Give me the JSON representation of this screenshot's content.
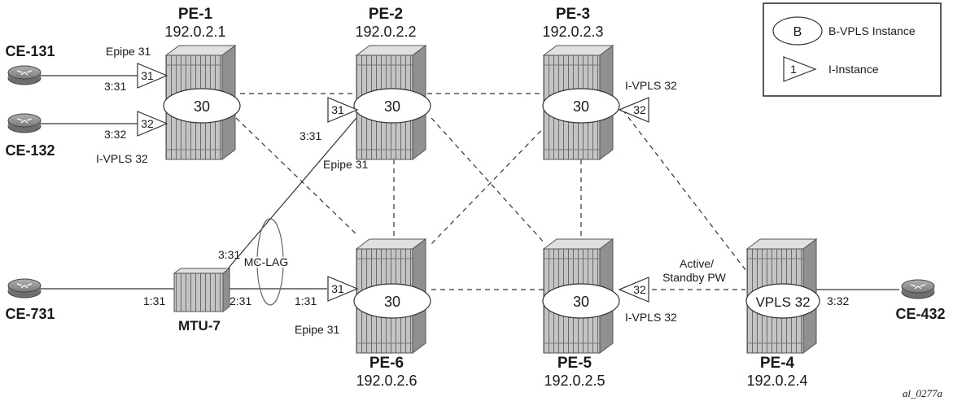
{
  "diagram": {
    "figure_id": "al_0277a",
    "legend": {
      "bvpls_symbol": "B",
      "bvpls_label": "B-VPLS Instance",
      "iinst_symbol": "1",
      "iinst_label": "I-Instance"
    },
    "nodes": {
      "pe1": {
        "name": "PE-1",
        "ip": "192.0.2.1",
        "bvpls": "30"
      },
      "pe2": {
        "name": "PE-2",
        "ip": "192.0.2.2",
        "bvpls": "30"
      },
      "pe3": {
        "name": "PE-3",
        "ip": "192.0.2.3",
        "bvpls": "30"
      },
      "pe4": {
        "name": "PE-4",
        "ip": "192.0.2.4",
        "vpls": "VPLS 32"
      },
      "pe5": {
        "name": "PE-5",
        "ip": "192.0.2.5",
        "bvpls": "30"
      },
      "pe6": {
        "name": "PE-6",
        "ip": "192.0.2.6",
        "bvpls": "30"
      },
      "mtu7": {
        "name": "MTU-7"
      },
      "ce131": {
        "name": "CE-131"
      },
      "ce132": {
        "name": "CE-132"
      },
      "ce731": {
        "name": "CE-731"
      },
      "ce432": {
        "name": "CE-432"
      }
    },
    "instances": {
      "pe1_epipe": {
        "num": "31",
        "label": "Epipe 31"
      },
      "pe1_ivpls": {
        "num": "32",
        "label": "I-VPLS 32"
      },
      "pe2_epipe": {
        "num": "31",
        "label": "Epipe 31"
      },
      "pe3_ivpls": {
        "num": "32",
        "label": "I-VPLS 32"
      },
      "pe5_ivpls": {
        "num": "32",
        "label": "I-VPLS 32"
      },
      "pe6_epipe": {
        "num": "31",
        "label": "Epipe 31"
      }
    },
    "saps": {
      "pe1_ce131": "3:31",
      "pe1_ce132": "3:32",
      "pe2_mtu": "3:31",
      "mtu_up": "3:31",
      "mtu_ce": "1:31",
      "mtu_pe6": "2:31",
      "pe6_mtu": "1:31",
      "pe4_ce": "3:32"
    },
    "mclag_label": "MC-LAG",
    "pw_label_1": "Active/",
    "pw_label_2": "Standby PW"
  }
}
